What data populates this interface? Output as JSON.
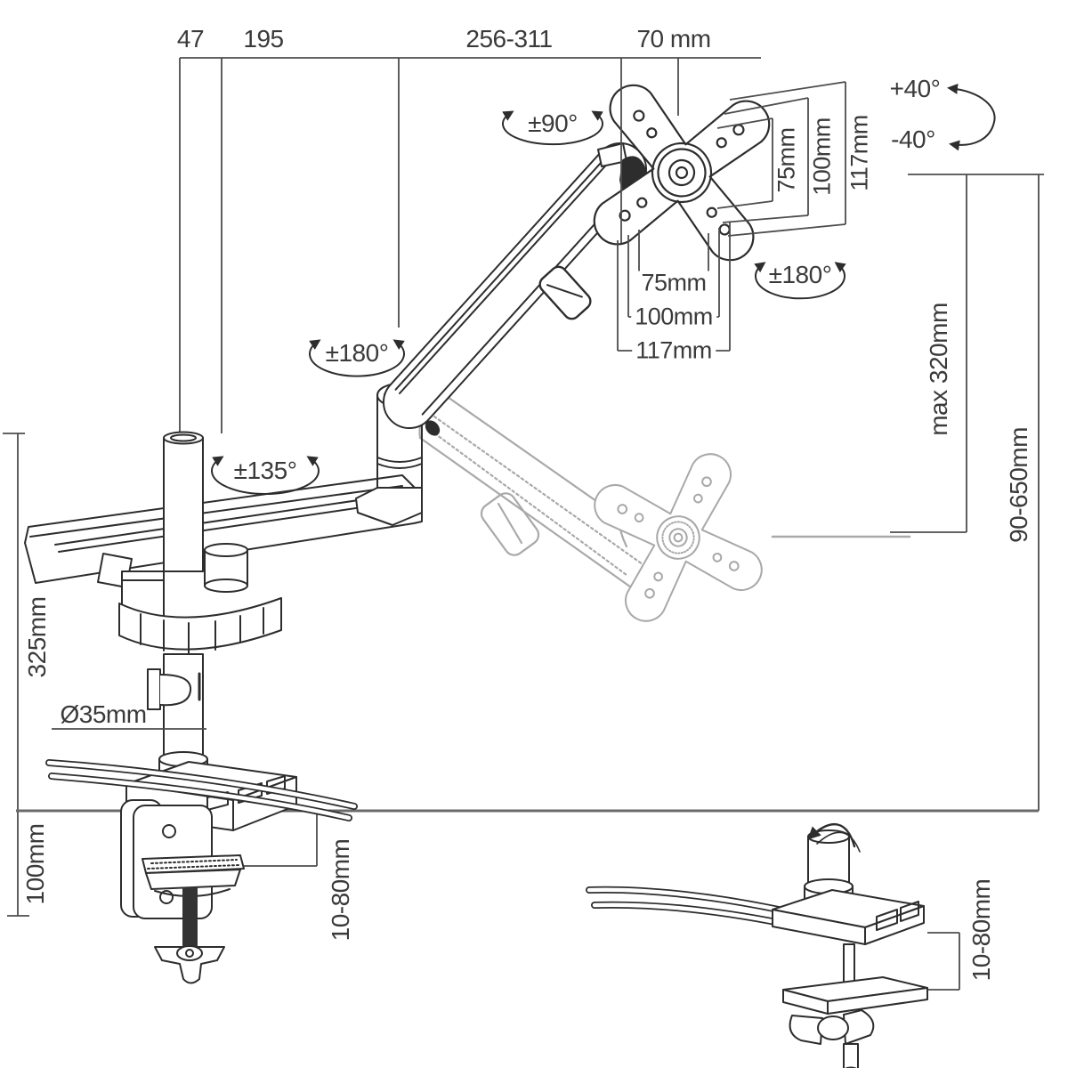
{
  "page": {
    "title": "Monitor arm mounting dimensions diagram",
    "background": "#ffffff",
    "line_color": "#2d2d2d",
    "dimension_color": "#4d4d4d",
    "ghost_color": "#a9a9a9"
  },
  "dimensions": {
    "top_offsets": [
      "47",
      "195",
      "256-311",
      "70 mm"
    ],
    "tilt": {
      "up": "+40°",
      "down": "-40°"
    },
    "vesa_rotation": "±90°",
    "vesa_swivel": "±180°",
    "elbow_swivel": "±180°",
    "arm_swivel": "±135°",
    "vesa_vertical": [
      "75mm",
      "100mm",
      "117mm"
    ],
    "vesa_horizontal": [
      "75mm",
      "100mm",
      "117mm"
    ],
    "gas_lift_range": "max 320mm",
    "height_range": "90-650mm",
    "pole_height": "325mm",
    "pole_diameter": "Ø35mm",
    "clamp_body_height": "100mm",
    "clamp_thickness_range": "10-80mm",
    "grommet_thickness_range": "10-80mm"
  }
}
